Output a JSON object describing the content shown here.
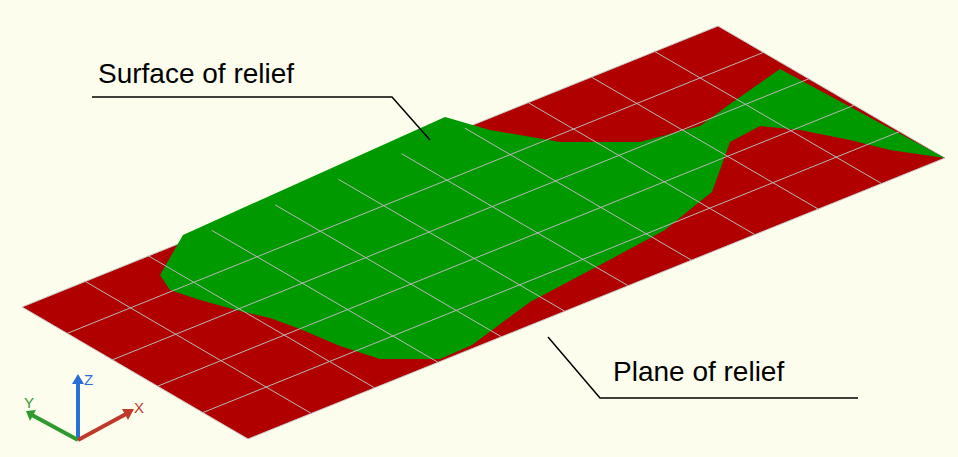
{
  "diagram": {
    "labels": [
      "Surface of relief",
      "Plane of relief",
      "Y",
      "Z",
      "X"
    ]
  }
}
